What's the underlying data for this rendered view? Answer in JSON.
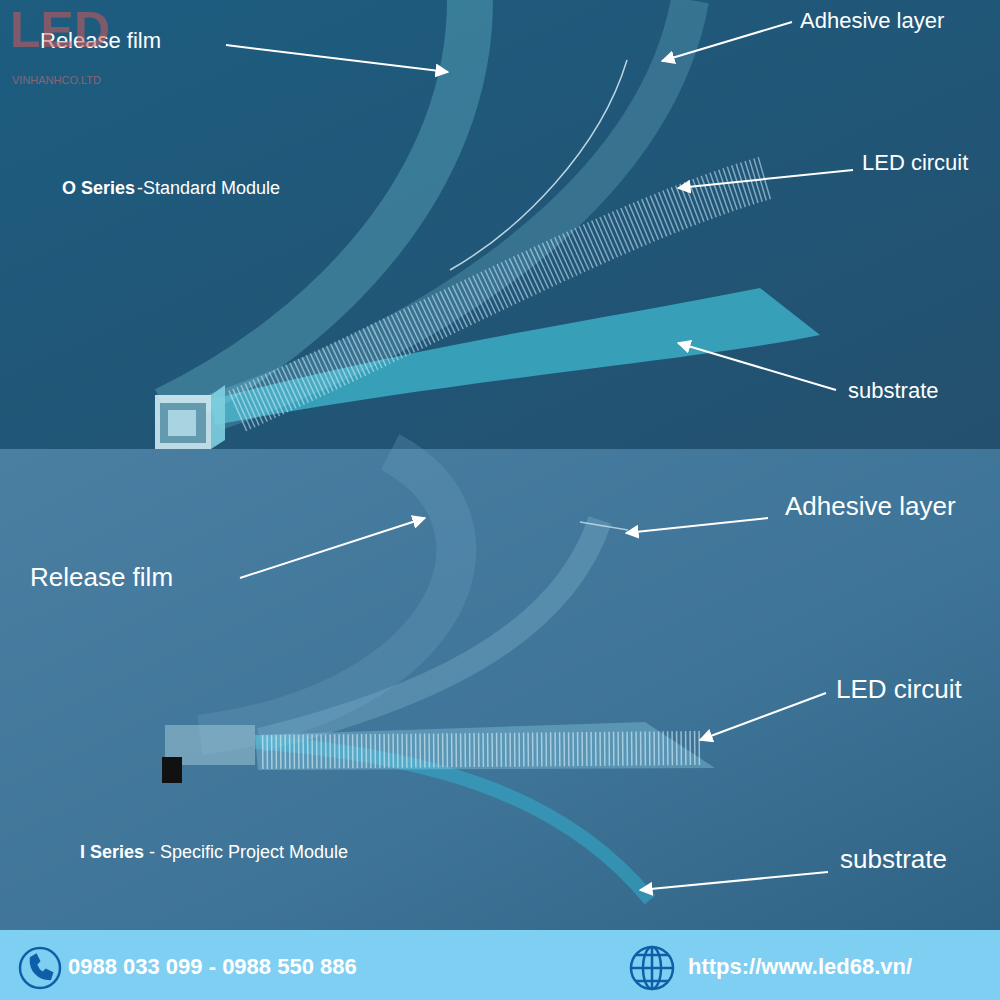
{
  "diagram": {
    "labels": [
      "Release film",
      "Adhesive layer",
      "LED circuit",
      "substrate",
      "O Series",
      "-Standard Module",
      "Release film",
      "Adhesive layer",
      "LED circuit",
      "I Series",
      "- Specific Project Module",
      "substrate",
      "0988 033 099 - 0988 550 886",
      "https://www.led68.vn/",
      "LED",
      "VINHANHCO.LTD"
    ]
  }
}
